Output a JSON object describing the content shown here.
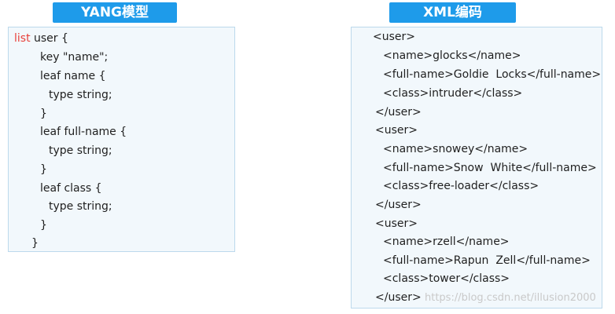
{
  "colors": {
    "banner_bg": "#1e9bea",
    "panel_bg": "#f2f8fc",
    "panel_border": "#bcd9ec",
    "keyword": "#e8413b"
  },
  "yang": {
    "title": "YANG模型",
    "keyword": "list",
    "first_line_rest": " user {",
    "lines": [
      "key \"name\";",
      "leaf name {",
      "type string;",
      "}",
      "leaf full-name {",
      "type string;",
      "}",
      "leaf class {",
      "type string;",
      "}",
      "}"
    ]
  },
  "xml": {
    "title": "XML编码",
    "lines": [
      "<user>",
      "<name>glocks</name>",
      "<full-name>Goldie  Locks</full-name>",
      "<class>intruder</class>",
      "</user>",
      "<user>",
      "<name>snowey</name>",
      "<full-name>Snow  White</full-name>",
      "<class>free-loader</class>",
      "</user>",
      "<user>",
      "<name>rzell</name>",
      "<full-name>Rapun  Zell</full-name>",
      "<class>tower</class>",
      "</user>"
    ]
  },
  "watermark": "https://blog.csdn.net/illusion2000"
}
